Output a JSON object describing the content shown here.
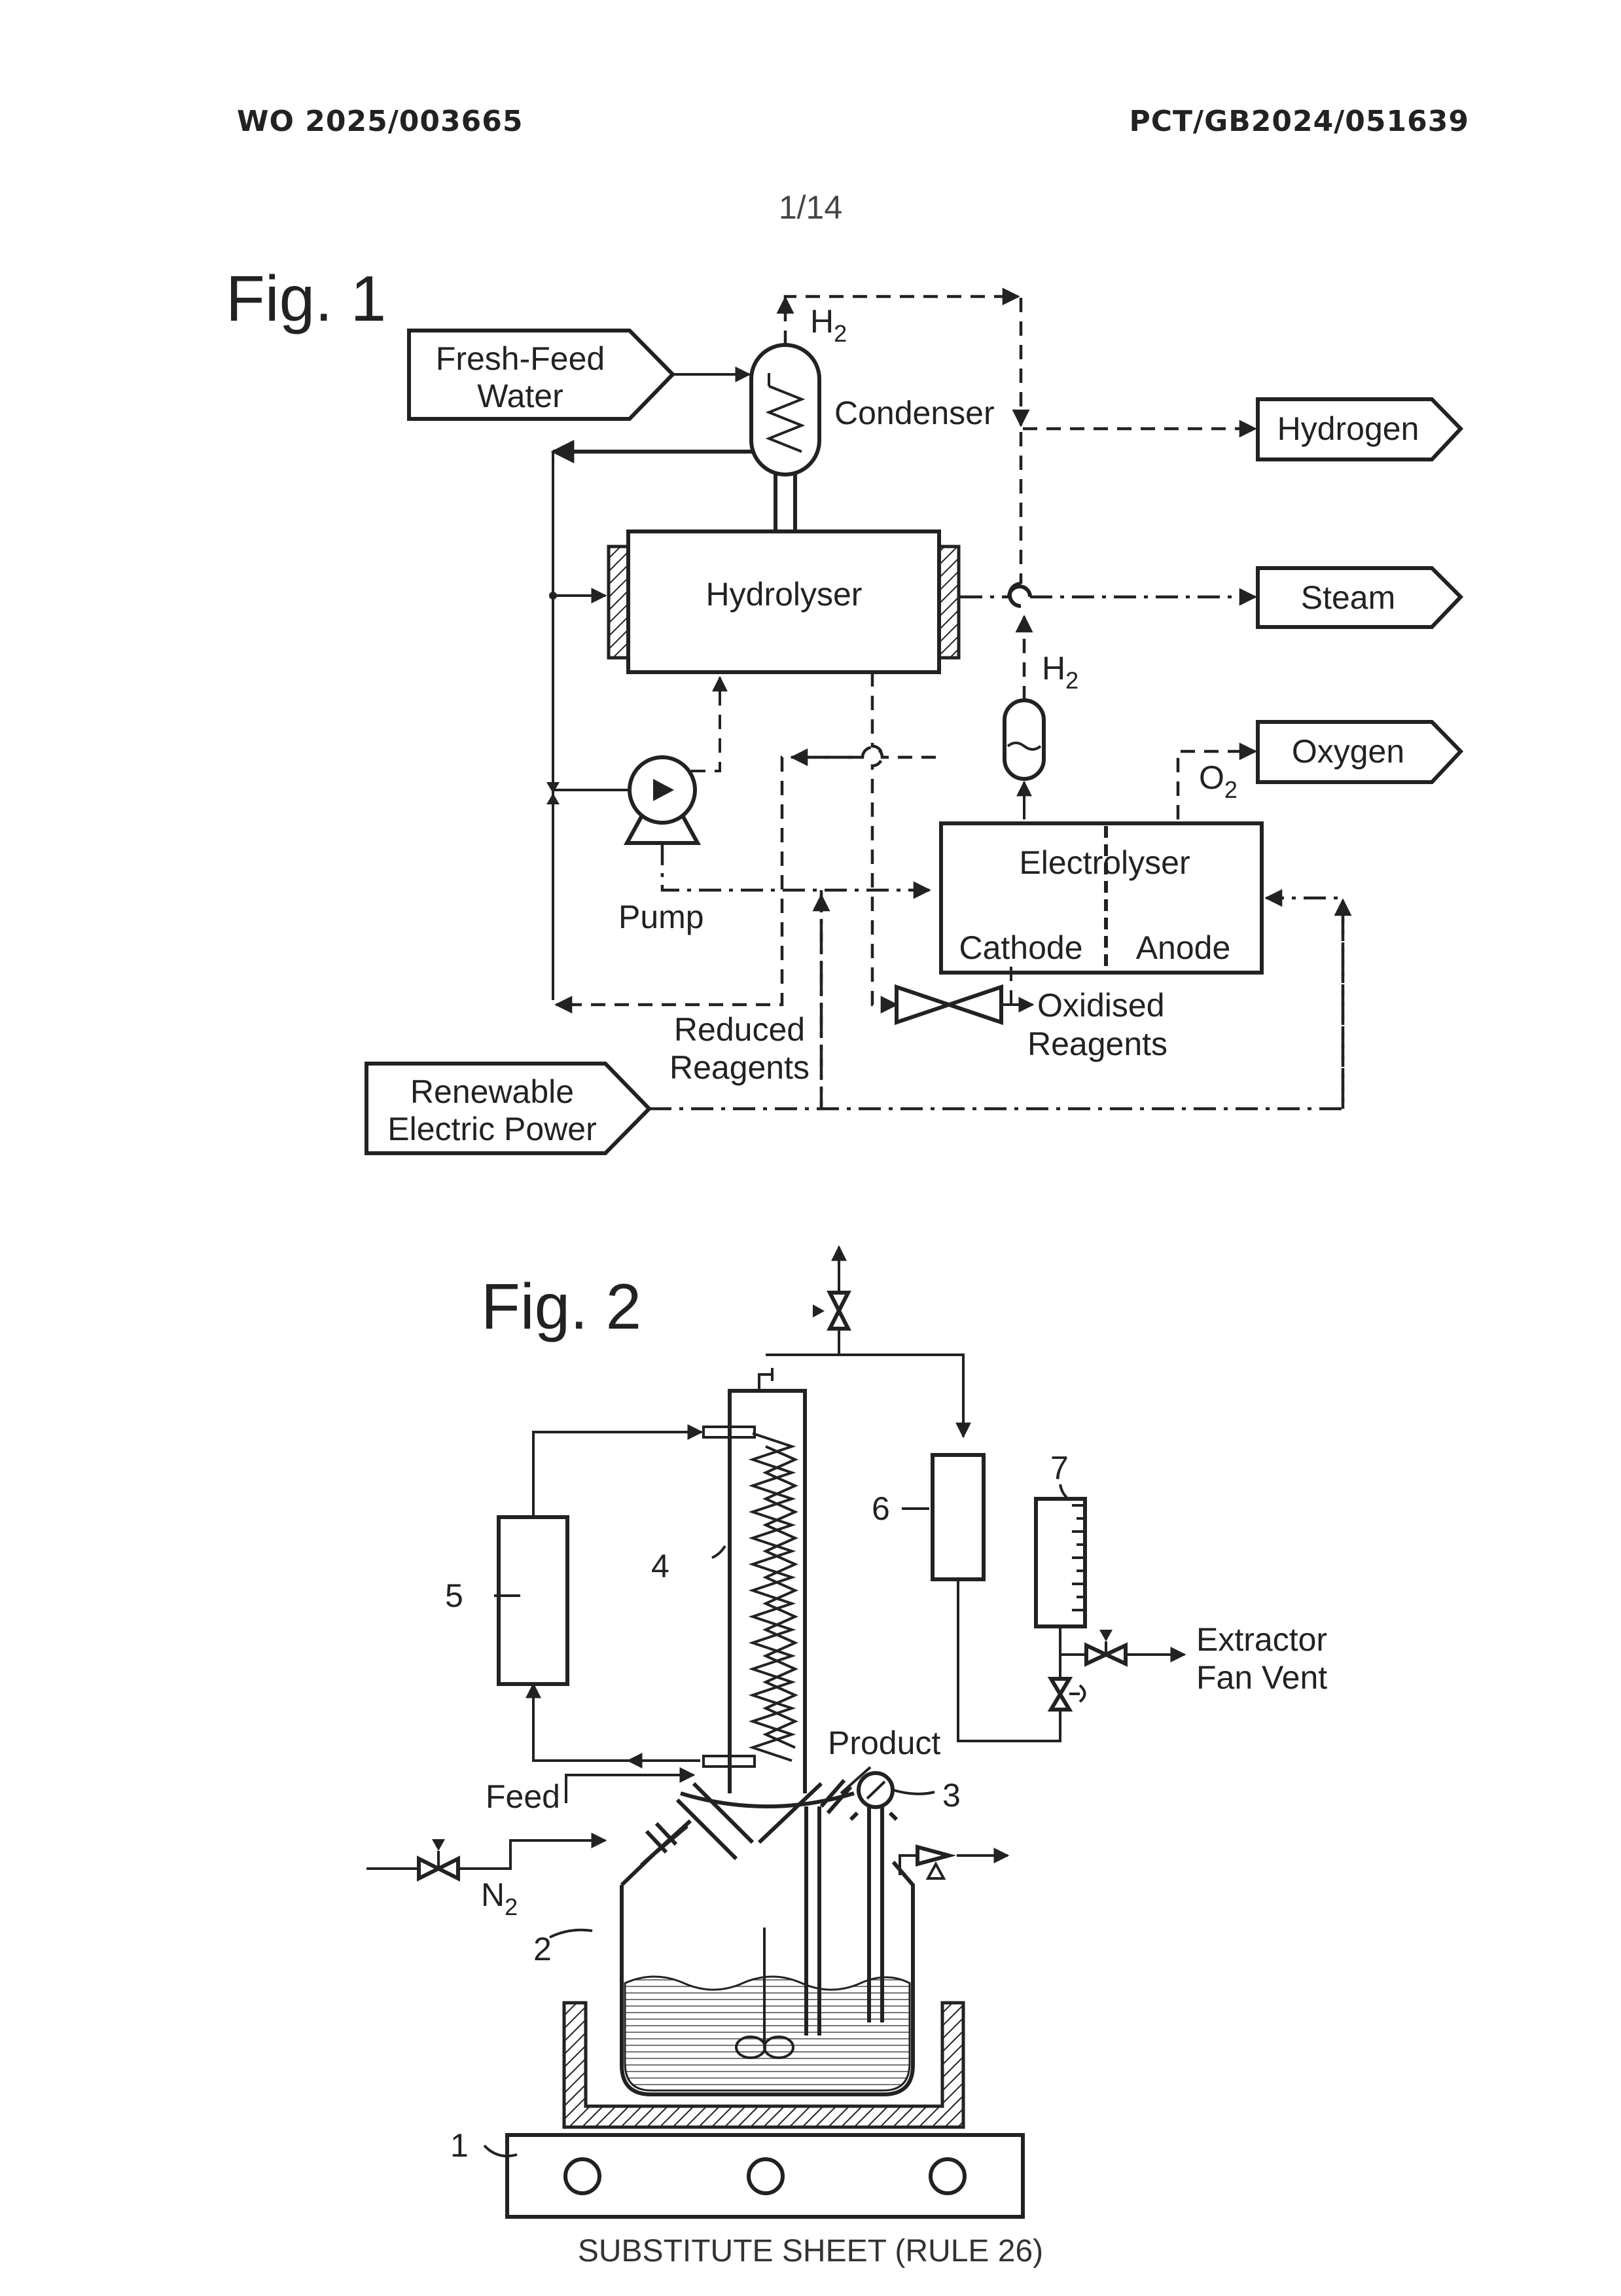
{
  "header": {
    "publication_number": "WO 2025/003665",
    "application_number": "PCT/GB2024/051639",
    "sheet": "1/14"
  },
  "fig1": {
    "title": "Fig. 1",
    "inputs": {
      "fresh_feed_water": [
        "Fresh-Feed",
        "Water"
      ],
      "renewable_power": [
        "Renewable",
        "Electric Power"
      ]
    },
    "outputs": {
      "hydrogen": "Hydrogen",
      "steam": "Steam",
      "oxygen": "Oxygen"
    },
    "units": {
      "condenser": "Condenser",
      "hydrolyser": "Hydrolyser",
      "electrolyser": "Electrolyser",
      "cathode": "Cathode",
      "anode": "Anode",
      "pump": "Pump"
    },
    "streams": {
      "h2_top_main": "H",
      "h2_top_sub": "2",
      "h2_mid_main": "H",
      "h2_mid_sub": "2",
      "o2_main": "O",
      "o2_sub": "2",
      "reduced_reagents": [
        "Reduced",
        "Reagents"
      ],
      "oxidised_reagents": [
        "Oxidised",
        "Reagents"
      ]
    }
  },
  "fig2": {
    "title": "Fig. 2",
    "labels": {
      "n1": "1",
      "n2": "2",
      "n3": "3",
      "n4": "4",
      "n5": "5",
      "n6": "6",
      "n7": "7",
      "product": "Product",
      "feed": "Feed",
      "n2_main": "N",
      "n2_sub": "2",
      "extractor": [
        "Extractor",
        "Fan Vent"
      ]
    }
  },
  "footer": "SUBSTITUTE SHEET (RULE 26)"
}
